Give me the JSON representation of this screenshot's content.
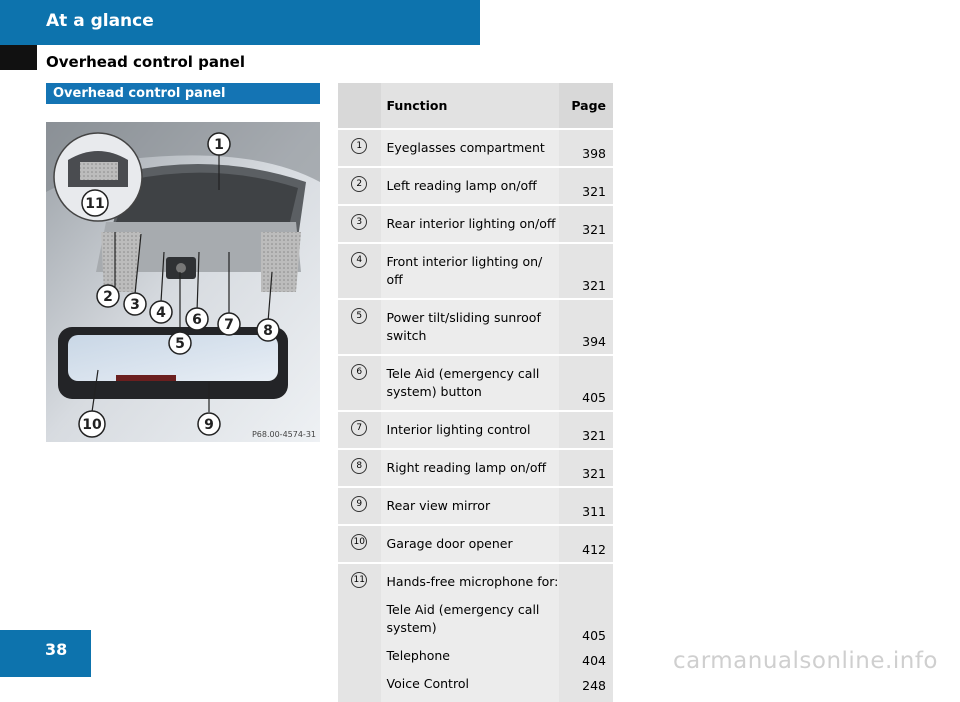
{
  "header": {
    "section": "At a glance",
    "subsection": "Overhead control panel"
  },
  "figure": {
    "heading": "Overhead control panel",
    "code": "P68.00-4574-31",
    "callouts": [
      "1",
      "2",
      "3",
      "4",
      "5",
      "6",
      "7",
      "8",
      "9",
      "10",
      "11"
    ]
  },
  "table": {
    "col_function": "Function",
    "col_page": "Page",
    "rows": [
      {
        "num": "1",
        "function": "Eyeglasses compartment",
        "page": "398"
      },
      {
        "num": "2",
        "function": "Left reading lamp on/off",
        "page": "321"
      },
      {
        "num": "3",
        "function": "Rear interior lighting on/off",
        "page": "321"
      },
      {
        "num": "4",
        "function": "Front interior lighting on/ off",
        "page": "321"
      },
      {
        "num": "5",
        "function": "Power tilt/sliding sunroof switch",
        "page": "394"
      },
      {
        "num": "6",
        "function": "Tele Aid (emergency call system) button",
        "page": "405"
      },
      {
        "num": "7",
        "function": "Interior lighting control",
        "page": "321"
      },
      {
        "num": "8",
        "function": "Right reading lamp on/off",
        "page": "321"
      },
      {
        "num": "9",
        "function": "Rear view mirror",
        "page": "311"
      },
      {
        "num": "10",
        "function": "Garage door opener",
        "page": "412"
      }
    ],
    "last_row": {
      "num": "11",
      "function": "Hands-free microphone for:",
      "items": [
        {
          "function": "Tele Aid (emergency call system)",
          "page": "405"
        },
        {
          "function": "Telephone",
          "page": "404"
        },
        {
          "function": "Voice Control",
          "page": "248"
        }
      ]
    }
  },
  "footer": {
    "page_number": "38",
    "watermark": "carmanualsonline.info"
  }
}
